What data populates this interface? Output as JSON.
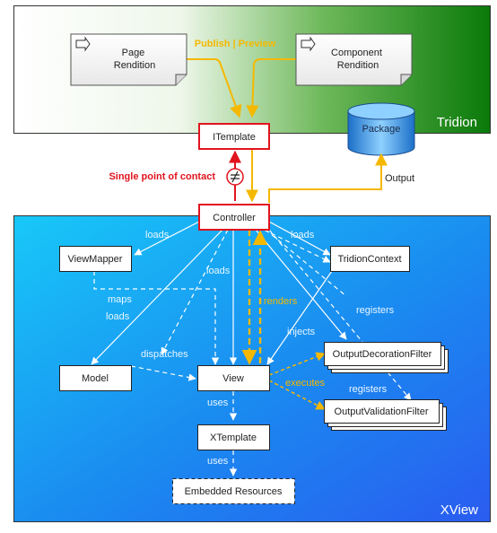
{
  "regions": {
    "tridion": "Tridion",
    "xview": "XView"
  },
  "nodes": {
    "page_rendition": [
      "Page",
      "Rendition"
    ],
    "component_rendition": [
      "Component",
      "Rendition"
    ],
    "package": "Package",
    "itemplate": "ITemplate",
    "controller": "Controller",
    "viewmapper": "ViewMapper",
    "tridioncontext": "TridionContext",
    "model": "Model",
    "view": "View",
    "xtemplate": "XTemplate",
    "embedded_resources": "Embedded Resources",
    "output_decoration_filter": "OutputDecorationFilter",
    "output_validation_filter": "OutputValidationFilter"
  },
  "labels": {
    "publish_preview": "Publish | Preview",
    "single_point": "Single point of contact",
    "output": "Output",
    "loads_viewmapper": "loads",
    "loads_tridioncontext": "loads",
    "loads_view": "loads",
    "maps": "maps",
    "loads_model": "loads",
    "dispatches": "dispatches",
    "renders": "renders",
    "injects": "injects",
    "registers_1": "registers",
    "registers_2": "registers",
    "executes": "executes",
    "uses_xtemplate": "uses",
    "uses_embedded": "uses"
  },
  "colors": {
    "tridion_green": "#0a7a0a",
    "xview_blue": "#1a82f0",
    "highlight_red": "#e0141e",
    "flow_yellow": "#f5b800",
    "label_red": "#e0141e"
  }
}
